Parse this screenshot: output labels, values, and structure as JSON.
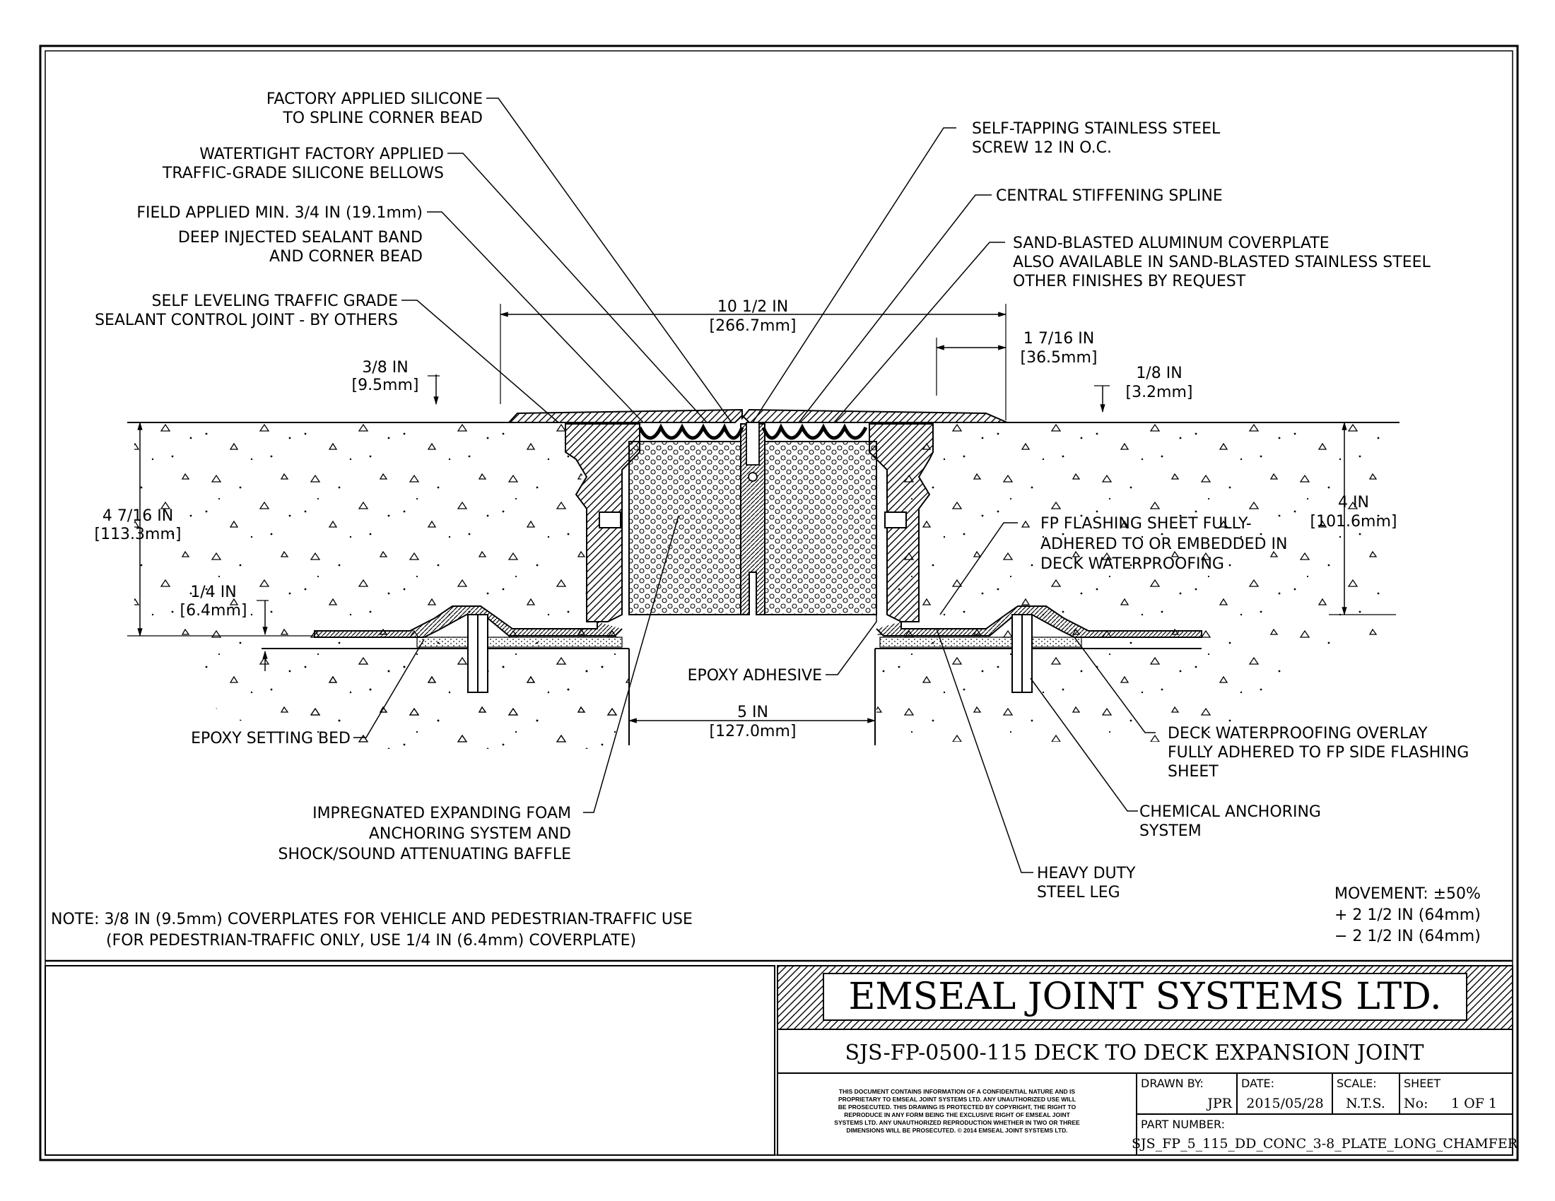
{
  "labels": {
    "silicone_corner_bead_1": "FACTORY APPLIED SILICONE",
    "silicone_corner_bead_2": "TO SPLINE CORNER BEAD",
    "bellows_1": "WATERTIGHT FACTORY APPLIED",
    "bellows_2": "TRAFFIC-GRADE SILICONE BELLOWS",
    "sealant_band_1": "FIELD APPLIED MIN. 3/4 IN (19.1mm)",
    "sealant_band_2": "DEEP INJECTED SEALANT BAND",
    "sealant_band_3": "AND CORNER BEAD",
    "control_joint_1": "SELF LEVELING TRAFFIC GRADE",
    "control_joint_2": "SEALANT CONTROL JOINT - BY OTHERS",
    "screw_1": "SELF-TAPPING STAINLESS STEEL",
    "screw_2": "SCREW 12 IN O.C.",
    "spline": "CENTRAL STIFFENING SPLINE",
    "coverplate_1": "SAND-BLASTED ALUMINUM COVERPLATE",
    "coverplate_2": "ALSO AVAILABLE IN SAND-BLASTED STAINLESS STEEL",
    "coverplate_3": "OTHER FINISHES BY REQUEST",
    "flashing_1": "FP FLASHING SHEET FULLY-",
    "flashing_2": "ADHERED TO OR EMBEDDED IN",
    "flashing_3": "DECK WATERPROOFING",
    "epoxy_adhesive": "EPOXY ADHESIVE",
    "epoxy_bed": "EPOXY SETTING BED",
    "foam_1": "IMPREGNATED EXPANDING FOAM",
    "foam_2": "ANCHORING SYSTEM AND",
    "foam_3": "SHOCK/SOUND ATTENUATING BAFFLE",
    "overlay_1": "DECK WATERPROOFING OVERLAY",
    "overlay_2": "FULLY ADHERED TO FP SIDE FLASHING",
    "overlay_3": "SHEET",
    "chem_anchor_1": "CHEMICAL ANCHORING",
    "chem_anchor_2": "SYSTEM",
    "steel_leg_1": "HEAVY DUTY",
    "steel_leg_2": "STEEL LEG"
  },
  "dimensions": {
    "width_in": "10 1/2 IN",
    "width_mm": "[266.7mm]",
    "edge_in": "1 7/16 IN",
    "edge_mm": "[36.5mm]",
    "plate_in": "3/8 IN",
    "plate_mm": "[9.5mm]",
    "chamfer_in": "1/8 IN",
    "chamfer_mm": "[3.2mm]",
    "left_depth_in": "4 7/16 IN",
    "left_depth_mm": "[113.3mm]",
    "right_depth_in": "4 IN",
    "right_depth_mm": "[101.6mm]",
    "bed_in": "1/4 IN",
    "bed_mm": "[6.4mm]",
    "gap_in": "5 IN",
    "gap_mm": "[127.0mm]"
  },
  "movement": {
    "title": "MOVEMENT: ±50%",
    "plus": "+ 2 1/2 IN (64mm)",
    "minus": "− 2 1/2 IN (64mm)"
  },
  "note": {
    "line1": "NOTE: 3/8 IN (9.5mm) COVERPLATES FOR VEHICLE AND PEDESTRIAN-TRAFFIC USE",
    "line2": "(FOR PEDESTRIAN-TRAFFIC ONLY, USE 1/4 IN (6.4mm) COVERPLATE)"
  },
  "title_block": {
    "company": "EMSEAL JOINT SYSTEMS LTD.",
    "drawing_title": "SJS-FP-0500-115 DECK TO DECK EXPANSION JOINT",
    "disclaimer": [
      "THIS DOCUMENT CONTAINS INFORMATION OF A CONFIDENTIAL NATURE AND IS",
      "PROPRIETARY TO EMSEAL JOINT SYSTEMS LTD. ANY UNAUTHORIZED USE WILL",
      "BE PROSECUTED. THIS DRAWING IS PROTECTED BY COPYRIGHT, THE RIGHT TO",
      "REPRODUCE IN ANY FORM BEING THE EXCLUSIVE RIGHT OF EMSEAL JOINT",
      "SYSTEMS LTD. ANY UNAUTHORIZED REPRODUCTION WHETHER IN TWO OR THREE",
      "DIMENSIONS WILL BE PROSECUTED. © 2014 EMSEAL JOINT SYSTEMS LTD."
    ],
    "drawn_by_label": "DRAWN BY:",
    "drawn_by": "JPR",
    "date_label": "DATE:",
    "date": "2015/05/28",
    "scale_label": "SCALE:",
    "scale": "N.T.S.",
    "sheet_label": "SHEET",
    "sheet_no_label": "No:",
    "sheet": "1 OF 1",
    "part_number_label": "PART NUMBER:",
    "part_number": "SJS_FP_5_115_DD_CONC_3-8_PLATE_LONG_CHAMFER"
  }
}
